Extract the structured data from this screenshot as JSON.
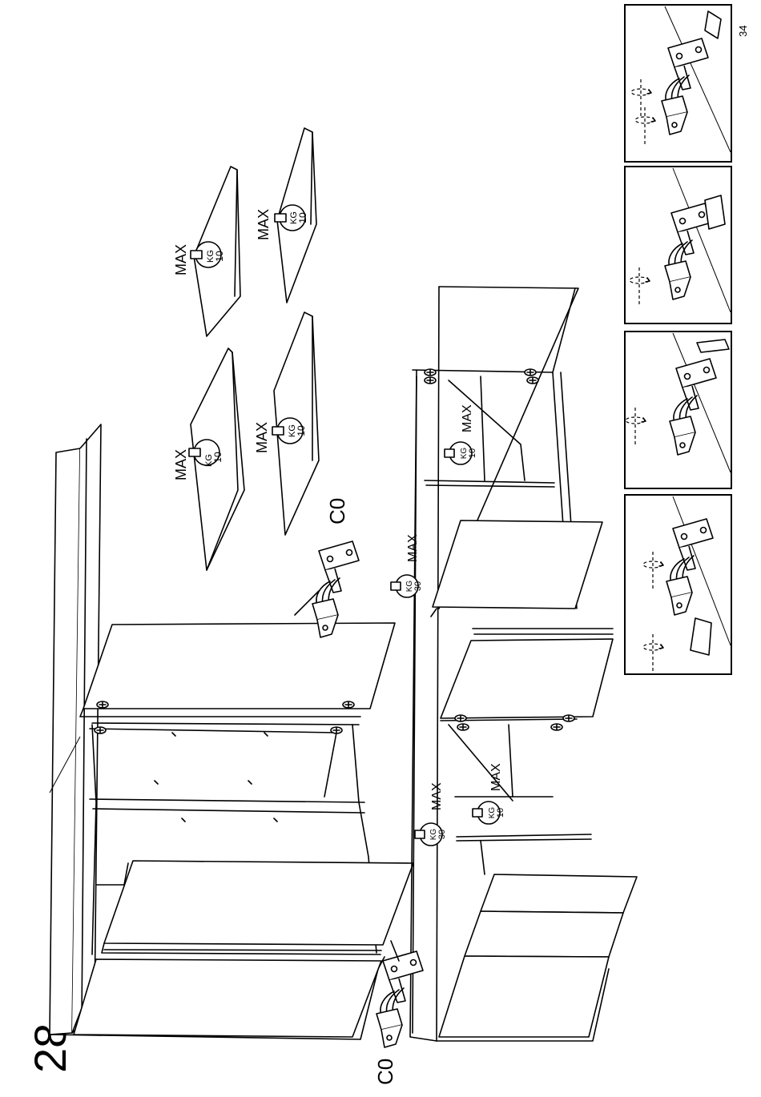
{
  "step_number": "28",
  "page_number": "34",
  "hinge_code_label": "C0",
  "max_label": "MAX",
  "weight_unit": "KG",
  "shelf_weight_value": "10",
  "top_weight_value": "30",
  "adjustment_panels": [
    {
      "id": "panel-1"
    },
    {
      "id": "panel-2"
    },
    {
      "id": "panel-3"
    },
    {
      "id": "panel-4"
    }
  ]
}
